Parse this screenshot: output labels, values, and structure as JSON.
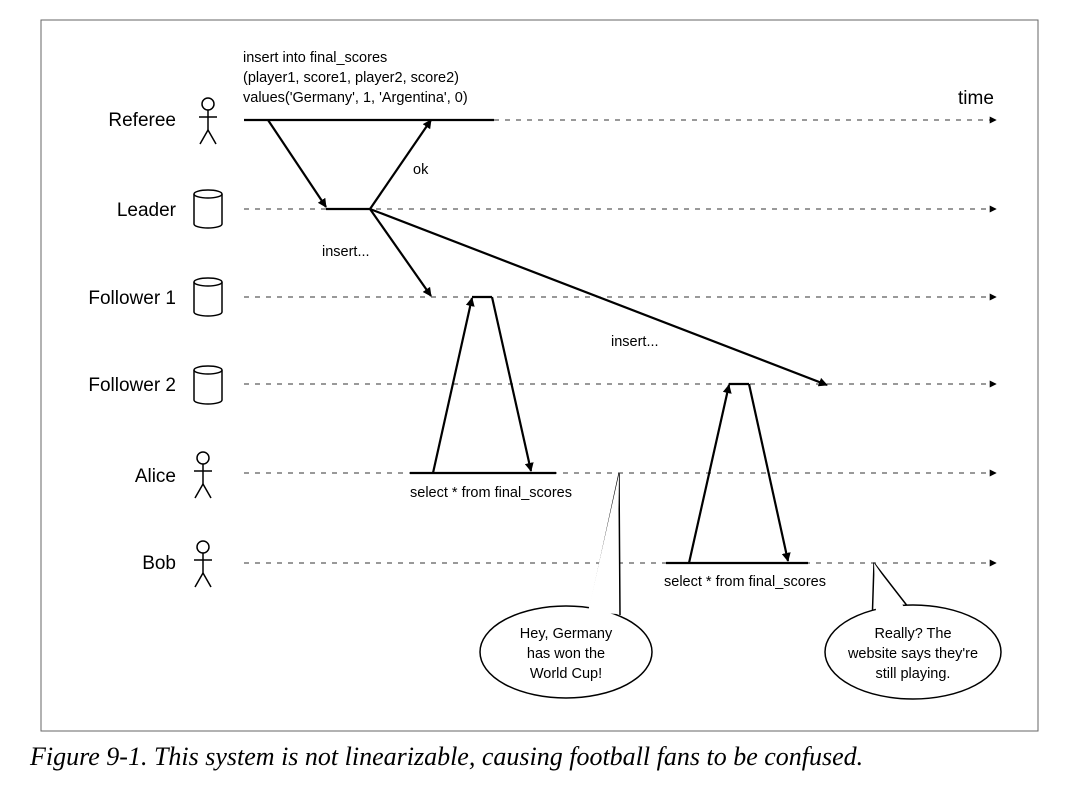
{
  "lanes": [
    {
      "label": "Referee",
      "icon": "stick-figure"
    },
    {
      "label": "Leader",
      "icon": "database-cylinder"
    },
    {
      "label": "Follower 1",
      "icon": "database-cylinder"
    },
    {
      "label": "Follower 2",
      "icon": "database-cylinder"
    },
    {
      "label": "Alice",
      "icon": "stick-figure"
    },
    {
      "label": "Bob",
      "icon": "stick-figure"
    }
  ],
  "time_label": "time",
  "query_lines": [
    "insert into final_scores",
    "(player1, score1, player2, score2)",
    "values('Germany', 1, 'Argentina', 0)"
  ],
  "messages": {
    "ok": "ok",
    "insert_follower1": "insert...",
    "insert_follower2": "insert...",
    "alice_select": "select * from final_scores",
    "bob_select": "select * from final_scores"
  },
  "bubbles": {
    "alice": [
      "Hey, Germany",
      "has won the",
      "World Cup!"
    ],
    "bob": [
      "Really? The",
      "website says they're",
      "still playing."
    ]
  },
  "caption": "Figure 9-1. This system is not linearizable, causing football fans to be confused."
}
